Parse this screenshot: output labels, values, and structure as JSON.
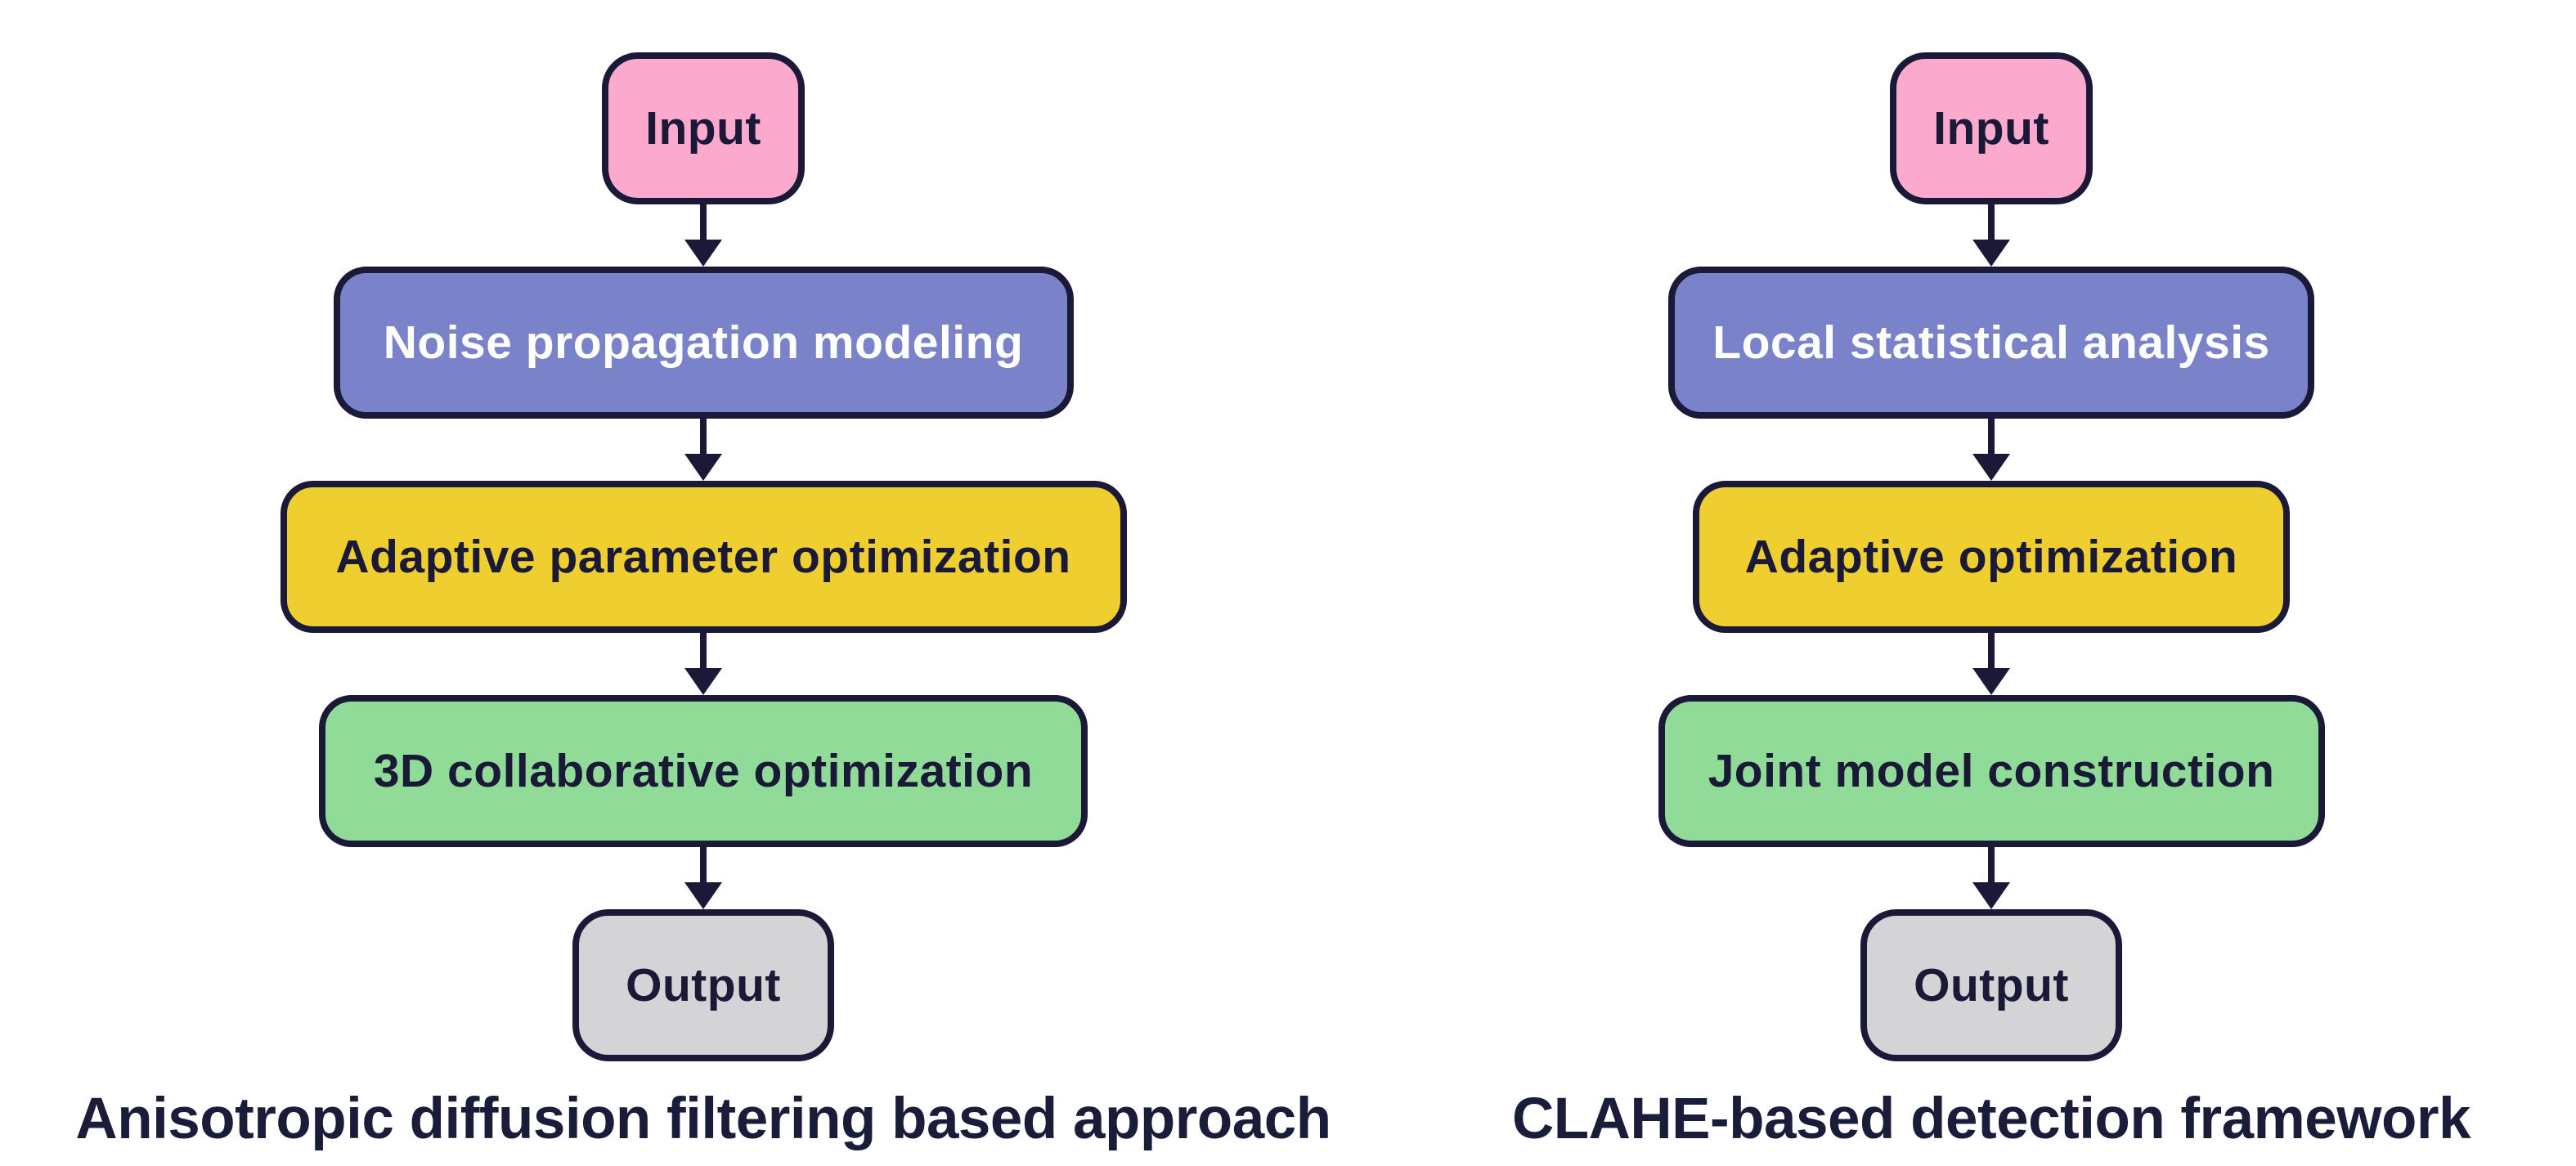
{
  "colors": {
    "node_input_bg": "#fca9ce",
    "node_blue_bg": "#7a82c9",
    "node_yellow_bg": "#efcf2f",
    "node_green_bg": "#90db97",
    "node_output_bg": "#d4d3d5",
    "node_border": "#1a1a38",
    "arrow": "#1a1a38",
    "node_text_dark": "#1a1a38",
    "node_text_light": "#ffffff",
    "caption_text": "#191d3a",
    "background": "#ffffff"
  },
  "charts": [
    {
      "caption": "Anisotropic diffusion filtering based approach",
      "nodes": [
        {
          "label": "Input"
        },
        {
          "label": "Noise propagation modeling"
        },
        {
          "label": "Adaptive parameter optimization"
        },
        {
          "label": "3D collaborative optimization"
        },
        {
          "label": "Output"
        }
      ]
    },
    {
      "caption": "CLAHE-based detection framework",
      "nodes": [
        {
          "label": "Input"
        },
        {
          "label": "Local statistical analysis"
        },
        {
          "label": "Adaptive optimization"
        },
        {
          "label": "Joint model construction"
        },
        {
          "label": "Output"
        }
      ]
    }
  ]
}
